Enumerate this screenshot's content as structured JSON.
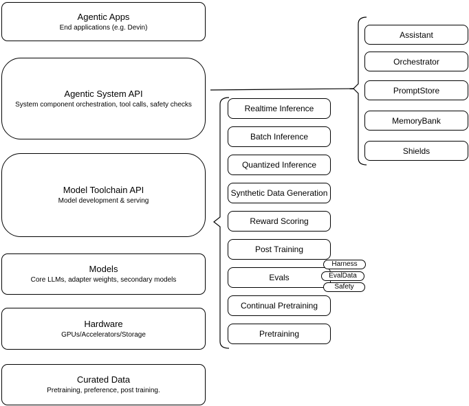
{
  "left_column": [
    {
      "title": "Agentic Apps",
      "subtitle": "End applications (e.g. Devin)"
    },
    {
      "title": "Agentic System API",
      "subtitle": "System component orchestration, tool calls, safety checks"
    },
    {
      "title": "Model Toolchain API",
      "subtitle": "Model development & serving"
    },
    {
      "title": "Models",
      "subtitle": "Core LLMs, adapter weights, secondary models"
    },
    {
      "title": "Hardware",
      "subtitle": "GPUs/Accelerators/Storage"
    },
    {
      "title": "Curated Data",
      "subtitle": "Pretraining, preference, post training."
    }
  ],
  "toolchain_items": [
    "Realtime Inference",
    "Batch Inference",
    "Quantized Inference",
    "Synthetic Data Generation",
    "Reward Scoring",
    "Post Training",
    "Evals",
    "Continual Pretraining",
    "Pretraining"
  ],
  "evals_tags": [
    "Harness",
    "EvalData",
    "Safety"
  ],
  "system_items": [
    "Assistant",
    "Orchestrator",
    "PromptStore",
    "MemoryBank",
    "Shields"
  ],
  "colors": {
    "stroke": "#000000",
    "fill": "#ffffff",
    "background": "#ffffff"
  }
}
